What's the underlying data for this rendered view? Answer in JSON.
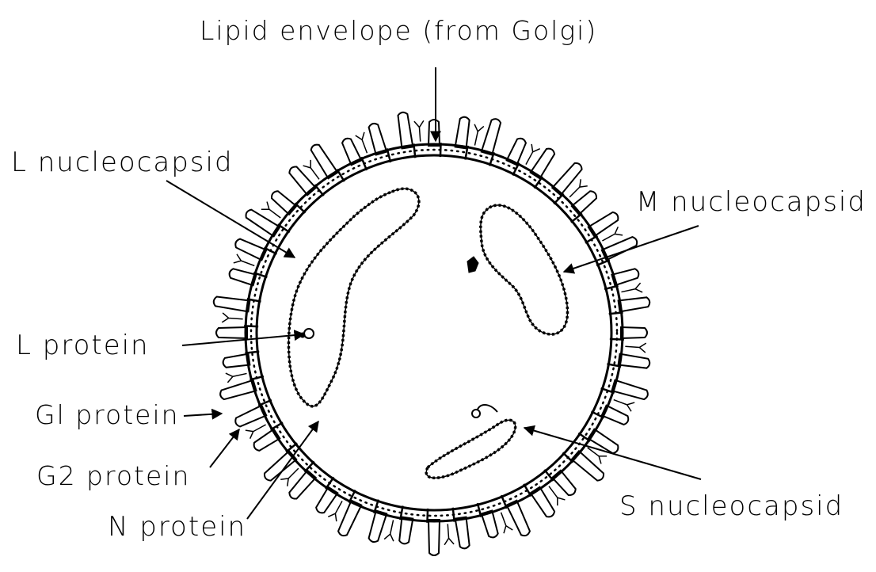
{
  "labels": {
    "lipid_envelope": "Lipid envelope (from Golgi)",
    "l_nucleocapsid": "L nucleocapsid",
    "m_nucleocapsid": "M nucleocapsid",
    "l_protein": "L protein",
    "g1_protein": "Gl protein",
    "g2_protein": "G2 protein",
    "n_protein": "N protein",
    "s_nucleocapsid": "S nucleocapsid"
  },
  "colors": {
    "ink": "#000000",
    "background": "#ffffff"
  }
}
